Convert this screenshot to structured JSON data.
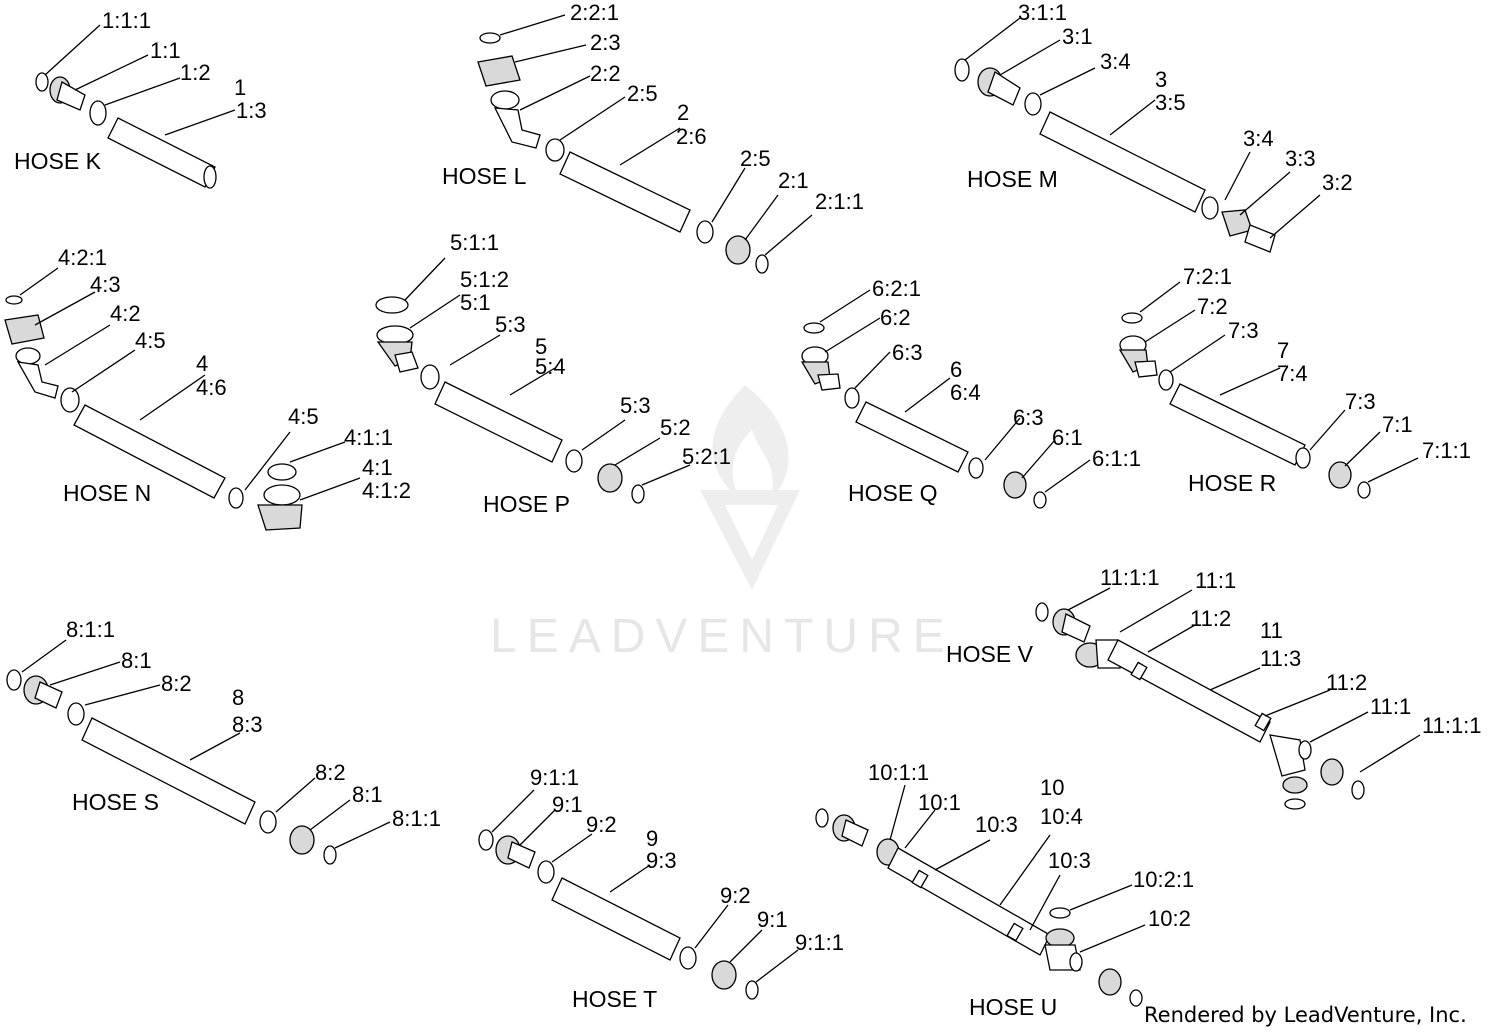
{
  "watermark": {
    "text": "LEADVENTURE"
  },
  "credit": "Rendered by LeadVenture, Inc.",
  "hoses": {
    "k": {
      "title": "HOSE K",
      "labels": [
        "1:1:1",
        "1:1",
        "1:2",
        "1",
        "1:3"
      ]
    },
    "l": {
      "title": "HOSE L",
      "labels": [
        "2:2:1",
        "2:3",
        "2:2",
        "2:5",
        "2",
        "2:6",
        "2:5",
        "2:1",
        "2:1:1"
      ]
    },
    "m": {
      "title": "HOSE M",
      "labels": [
        "3:1:1",
        "3:1",
        "3:4",
        "3",
        "3:5",
        "3:4",
        "3:3",
        "3:2"
      ]
    },
    "n": {
      "title": "HOSE N",
      "labels": [
        "4:2:1",
        "4:3",
        "4:2",
        "4:5",
        "4",
        "4:6",
        "4:5",
        "4:1:1",
        "4:1",
        "4:1:2"
      ]
    },
    "p": {
      "title": "HOSE P",
      "labels": [
        "5:1:1",
        "5:1:2",
        "5:1",
        "5:3",
        "5",
        "5:4",
        "5:3",
        "5:2",
        "5:2:1"
      ]
    },
    "q": {
      "title": "HOSE Q",
      "labels": [
        "6:2:1",
        "6:2",
        "6:3",
        "6",
        "6:4",
        "6:3",
        "6:1",
        "6:1:1"
      ]
    },
    "r": {
      "title": "HOSE R",
      "labels": [
        "7:2:1",
        "7:2",
        "7:3",
        "7",
        "7:4",
        "7:3",
        "7:1",
        "7:1:1"
      ]
    },
    "s": {
      "title": "HOSE S",
      "labels": [
        "8:1:1",
        "8:1",
        "8:2",
        "8",
        "8:3",
        "8:2",
        "8:1",
        "8:1:1"
      ]
    },
    "t": {
      "title": "HOSE T",
      "labels": [
        "9:1:1",
        "9:1",
        "9:2",
        "9",
        "9:3",
        "9:2",
        "9:1",
        "9:1:1"
      ]
    },
    "u": {
      "title": "HOSE U",
      "labels": [
        "10:1:1",
        "10:1",
        "10:3",
        "10",
        "10:4",
        "10:3",
        "10:2:1",
        "10:2"
      ]
    },
    "v": {
      "title": "HOSE V",
      "labels": [
        "11:1:1",
        "11:1",
        "11:2",
        "11",
        "11:3",
        "11:2",
        "11:1",
        "11:1:1"
      ]
    }
  }
}
